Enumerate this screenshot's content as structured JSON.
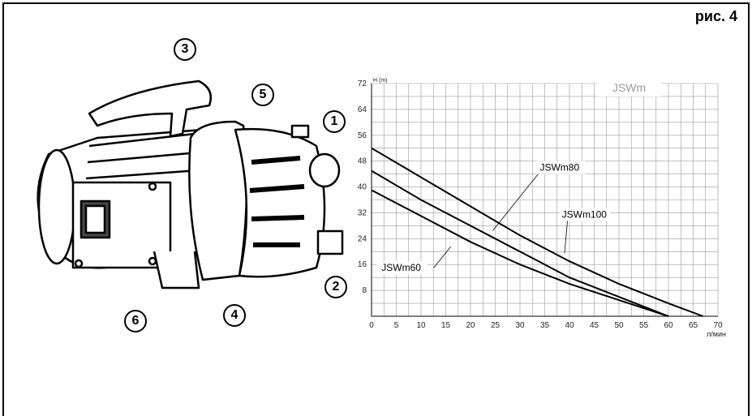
{
  "figure_label": "рис. 4",
  "callouts": [
    "1",
    "2",
    "3",
    "4",
    "5",
    "6"
  ],
  "icons": [
    "water-pump-illustration"
  ],
  "chart_data": {
    "type": "line",
    "title": "JSWm",
    "xlabel": "л/мин",
    "ylabel": "H (m)",
    "xlim": [
      0,
      70
    ],
    "ylim": [
      0,
      72
    ],
    "x_ticks": [
      0,
      5,
      10,
      15,
      20,
      25,
      30,
      35,
      40,
      45,
      50,
      55,
      60,
      65,
      70
    ],
    "y_ticks": [
      8,
      16,
      24,
      32,
      40,
      48,
      56,
      64,
      72
    ],
    "grid": true,
    "series": [
      {
        "name": "JSWm60",
        "x": [
          0,
          10,
          20,
          30,
          40,
          50,
          60
        ],
        "y": [
          39,
          31,
          23,
          16,
          10,
          5,
          0
        ]
      },
      {
        "name": "JSWm80",
        "x": [
          0,
          10,
          20,
          30,
          40,
          50,
          60
        ],
        "y": [
          45,
          36,
          28,
          20,
          12,
          6,
          0
        ]
      },
      {
        "name": "JSWm100",
        "x": [
          0,
          10,
          20,
          30,
          40,
          50,
          60,
          67
        ],
        "y": [
          52,
          43,
          34,
          25,
          17,
          10,
          4,
          0
        ]
      }
    ],
    "colors": {
      "line": "#000000",
      "grid": "#999999",
      "title": "#9a9a9a"
    }
  }
}
